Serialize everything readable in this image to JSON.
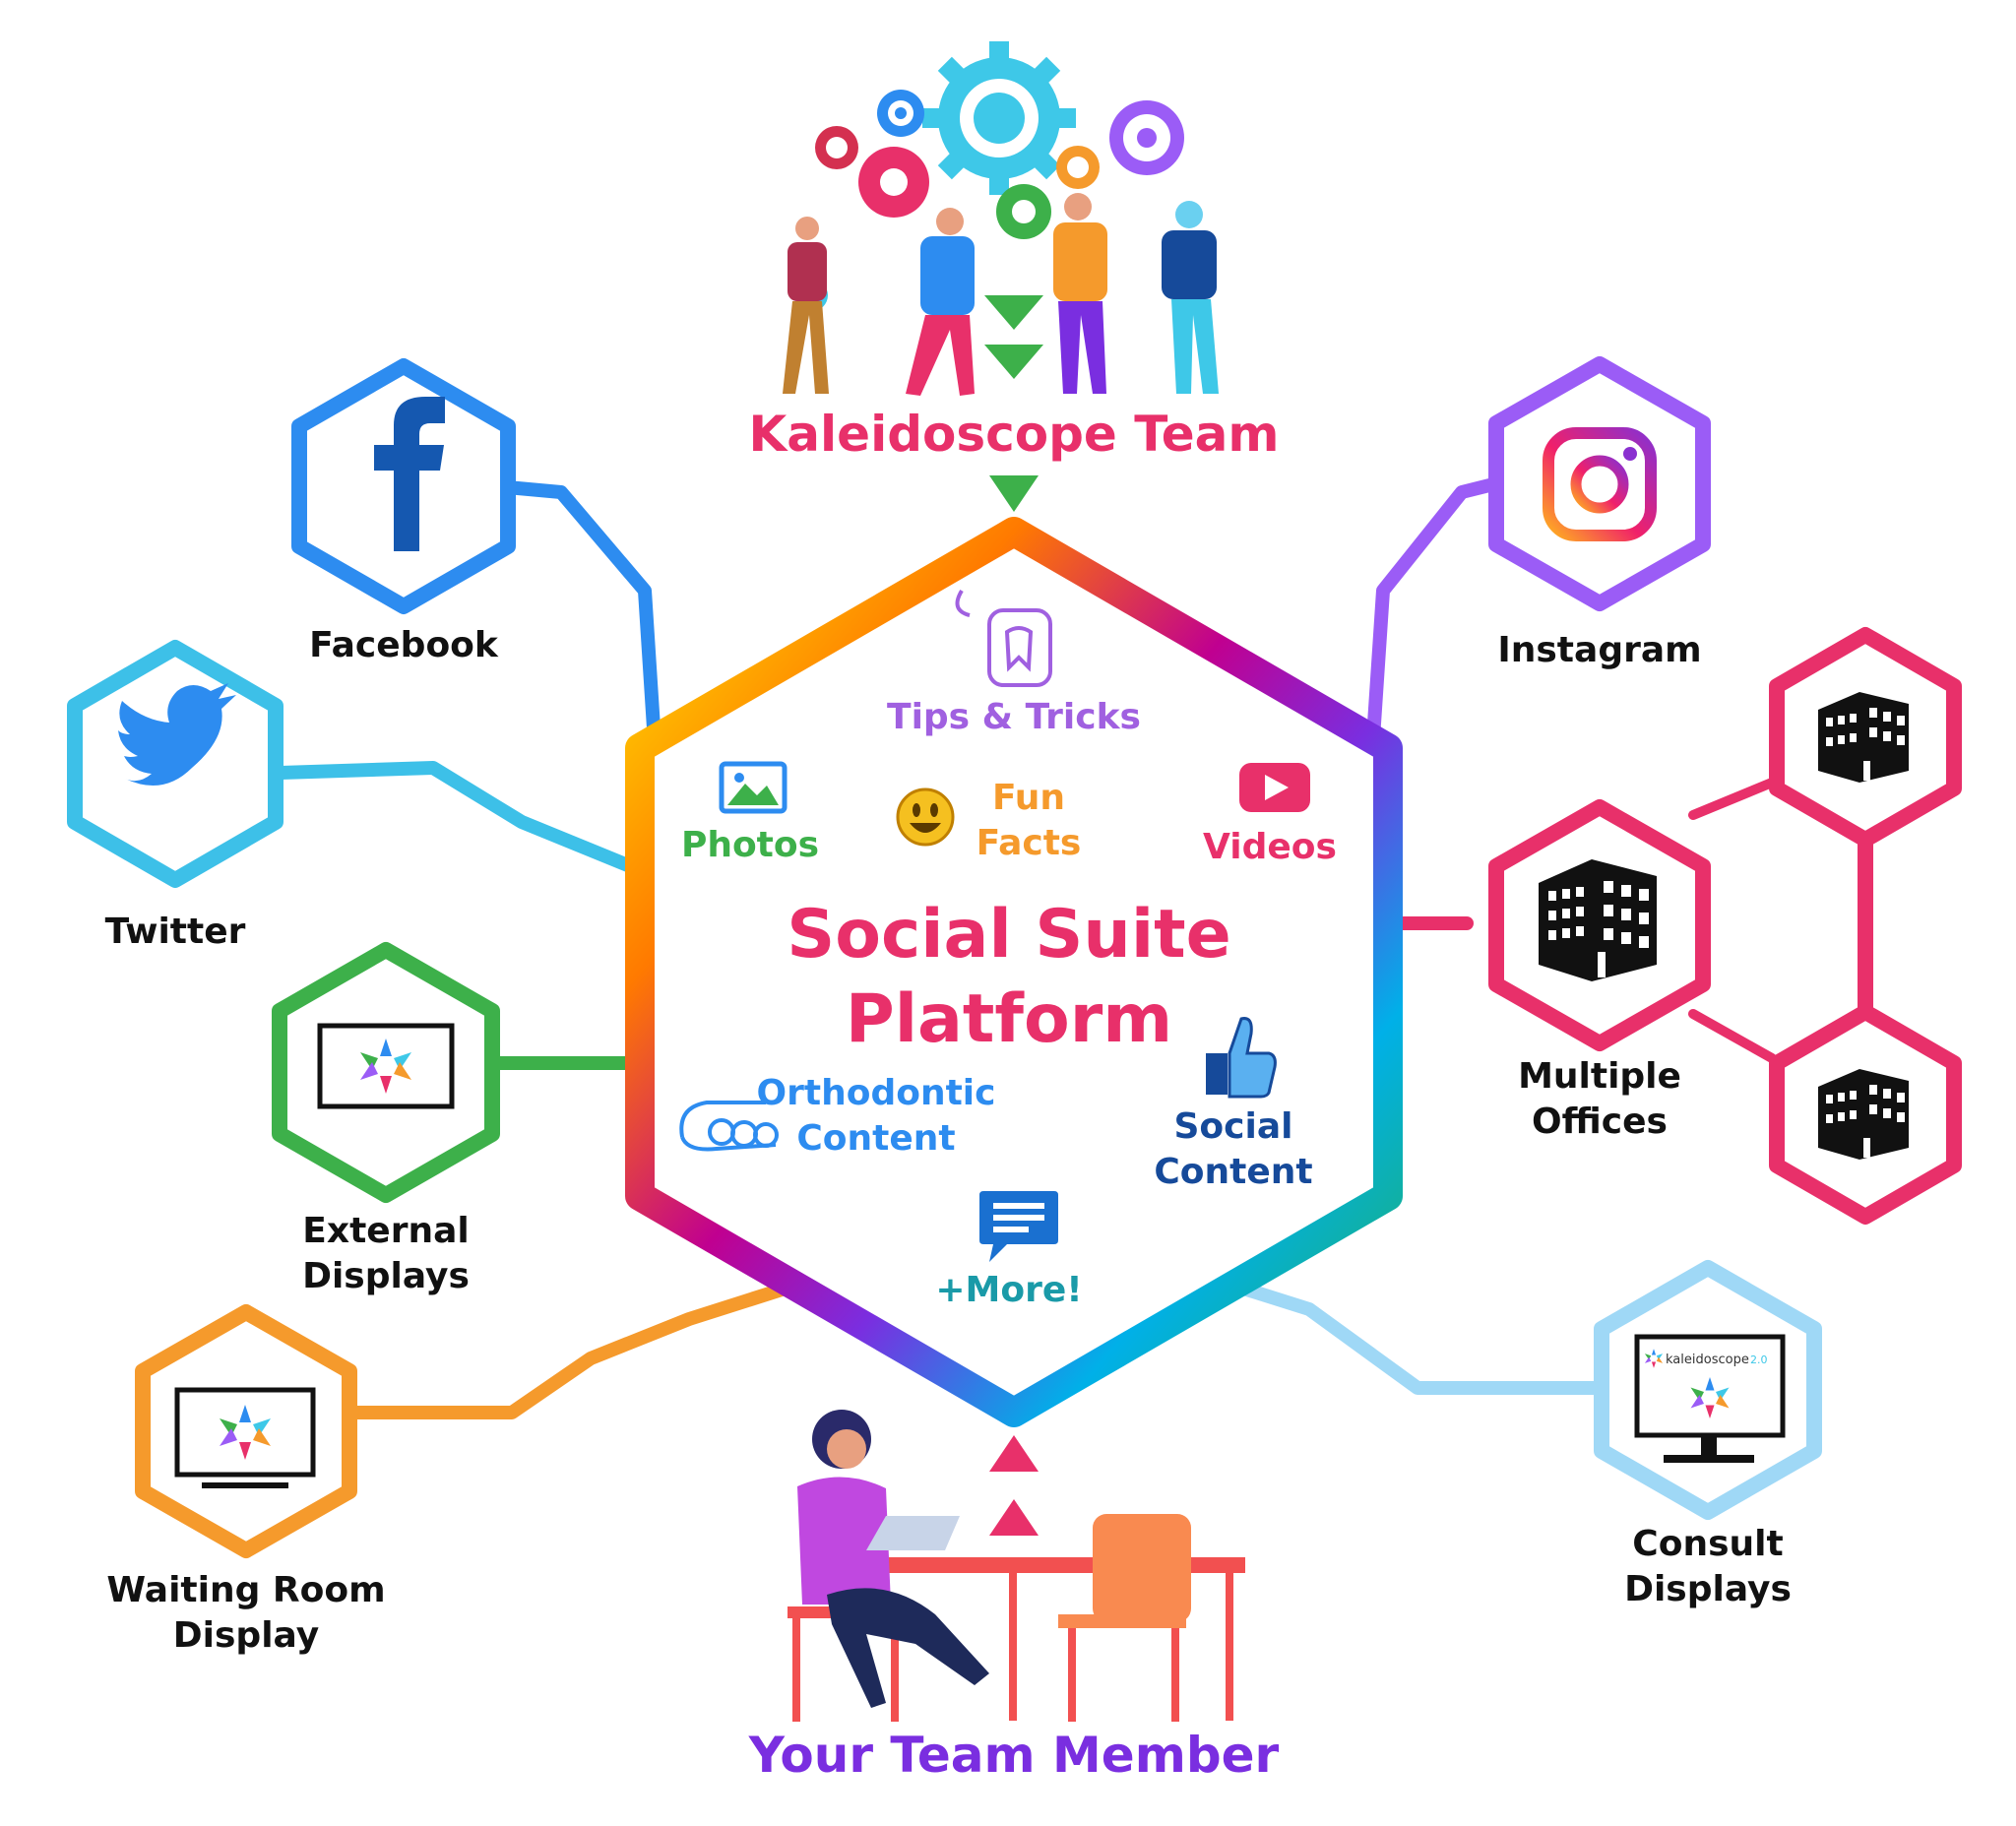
{
  "top_title": "Kaleidoscope Team",
  "bottom_title": "Your Team Member",
  "center": {
    "title_line1": "Social Suite",
    "title_line2": "Platform",
    "tips": "Tips & Tricks",
    "photos": "Photos",
    "fun_line1": "Fun",
    "fun_line2": "Facts",
    "videos": "Videos",
    "ortho_line1": "Orthodontic",
    "ortho_line2": "Content",
    "social_line1": "Social",
    "social_line2": "Content",
    "more": "+More!"
  },
  "nodes": {
    "facebook": "Facebook",
    "twitter": "Twitter",
    "external_line1": "External",
    "external_line2": "Displays",
    "waiting_line1": "Waiting Room",
    "waiting_line2": "Display",
    "instagram": "Instagram",
    "offices_line1": "Multiple",
    "offices_line2": "Offices",
    "consult_line1": "Consult",
    "consult_line2": "Displays",
    "consult_screen_brand": "kaleidoscope",
    "consult_screen_version": "2.0"
  },
  "colors": {
    "facebook": "#2d8cf0",
    "twitter": "#3dc0e8",
    "external": "#3db04a",
    "waiting": "#f59a2c",
    "instagram": "#9b5cf6",
    "offices": "#e8306a",
    "consult": "#9fd8f6",
    "pink": "#e8306a",
    "green": "#3db04a",
    "purple": "#7a2ee0",
    "blue": "#2d8cf0",
    "navy": "#164a9a",
    "orange": "#f59a2c",
    "teal": "#1a9aa8",
    "violet": "#9b5cf6"
  }
}
